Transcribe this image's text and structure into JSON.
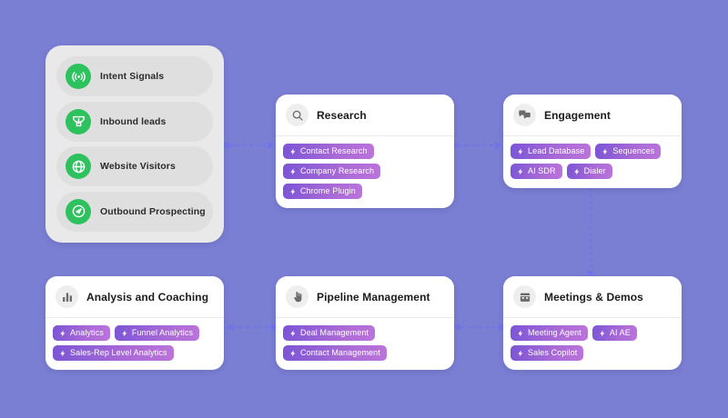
{
  "theme": {
    "background": "#7b7fd4",
    "card_background": "#ffffff",
    "source_panel_background": "#e9e9e9",
    "source_row_background": "#dfdfdf",
    "source_icon_color": "#2ec25e",
    "pill_gradient_start": "#7b55d6",
    "pill_gradient_end": "#bb74da",
    "connector_color": "#6f74e8",
    "title_color": "#1c1c1c"
  },
  "source_panel": {
    "items": [
      {
        "label": "Intent Signals",
        "icon": "broadcast-signal-icon"
      },
      {
        "label": "Inbound leads",
        "icon": "download-funnel-icon"
      },
      {
        "label": "Website Visitors",
        "icon": "globe-icon"
      },
      {
        "label": "Outbound Prospecting",
        "icon": "compass-send-icon"
      }
    ]
  },
  "cards": [
    {
      "id": "research",
      "title": "Research",
      "icon": "search-icon",
      "pills": [
        {
          "label": "Contact Research",
          "icon": "lightning-icon"
        },
        {
          "label": "Company Research",
          "icon": "lightning-icon"
        },
        {
          "label": "Chrome Plugin",
          "icon": "lightning-icon"
        }
      ]
    },
    {
      "id": "engagement",
      "title": "Engagement",
      "icon": "chat-bubbles-icon",
      "pills": [
        {
          "label": "Lead Database",
          "icon": "lightning-icon"
        },
        {
          "label": "Sequences",
          "icon": "lightning-icon"
        },
        {
          "label": "AI SDR",
          "icon": "lightning-icon"
        },
        {
          "label": "Dialer",
          "icon": "lightning-icon"
        }
      ]
    },
    {
      "id": "analysis",
      "title": "Analysis and Coaching",
      "icon": "bar-chart-icon",
      "pills": [
        {
          "label": "Analytics",
          "icon": "lightning-icon"
        },
        {
          "label": "Funnel Analytics",
          "icon": "lightning-icon"
        },
        {
          "label": "Sales-Rep Level Analytics",
          "icon": "lightning-icon"
        }
      ]
    },
    {
      "id": "pipeline",
      "title": "Pipeline Management",
      "icon": "hand-click-icon",
      "pills": [
        {
          "label": "Deal Management",
          "icon": "lightning-icon"
        },
        {
          "label": "Contact Management",
          "icon": "lightning-icon"
        }
      ]
    },
    {
      "id": "meetings",
      "title": "Meetings & Demos",
      "icon": "calendar-icon",
      "pills": [
        {
          "label": "Meeting Agent",
          "icon": "lightning-icon"
        },
        {
          "label": "AI AE",
          "icon": "lightning-icon"
        },
        {
          "label": "Sales Copilot",
          "icon": "lightning-icon"
        }
      ]
    }
  ],
  "connectors": [
    {
      "id": "sources-to-research",
      "from": "source_panel",
      "to": "research",
      "direction": "right"
    },
    {
      "id": "research-to-engagement",
      "from": "research",
      "to": "engagement",
      "direction": "right"
    },
    {
      "id": "engagement-to-meetings",
      "from": "engagement",
      "to": "meetings",
      "direction": "down"
    },
    {
      "id": "meetings-to-pipeline",
      "from": "meetings",
      "to": "pipeline",
      "direction": "left"
    },
    {
      "id": "pipeline-to-analysis",
      "from": "pipeline",
      "to": "analysis",
      "direction": "left"
    }
  ]
}
